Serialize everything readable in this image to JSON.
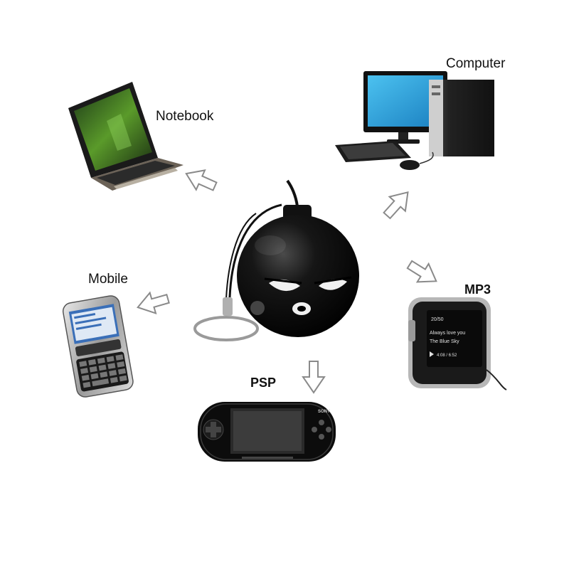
{
  "devices": {
    "notebook": "Notebook",
    "computer": "Computer",
    "mobile": "Mobile",
    "mp3": "MP3",
    "psp": "PSP"
  },
  "mp3_screen": {
    "track_count": "20/50",
    "line1": "Always love you",
    "line2": "The Blue Sky",
    "time": "4:08 / 6:52"
  },
  "psp_brand": "SONY",
  "colors": {
    "speaker": "#0c0c0c",
    "arrow_stroke": "#8a8a8a",
    "arrow_fill": "#ffffff",
    "monitor_screen": "#2aa7e0"
  }
}
